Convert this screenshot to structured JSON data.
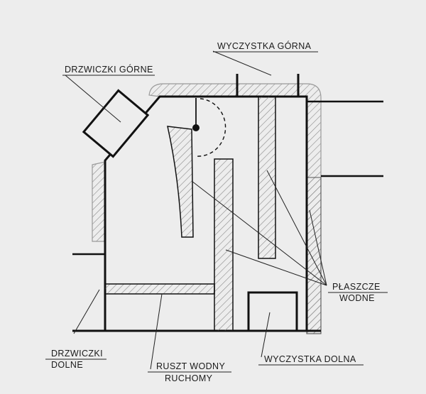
{
  "labels": {
    "upper_door": "DRZWICZKI GÓRNE",
    "upper_cleanout": "WYCZYSTKA GÓRNA",
    "water_jackets_line1": "PŁASZCZE",
    "water_jackets_line2": "WODNE",
    "lower_door_line1": "DRZWICZKI",
    "lower_door_line2": "DOLNE",
    "grate_line1": "RUSZT WODNY",
    "grate_line2": "RUCHOMY",
    "lower_cleanout": "WYCZYSTKA DOLNA"
  },
  "colors": {
    "background": "#ededed",
    "line": "#111111",
    "hatch": "#8a8a8a",
    "insulation": "#9a9a9a"
  }
}
